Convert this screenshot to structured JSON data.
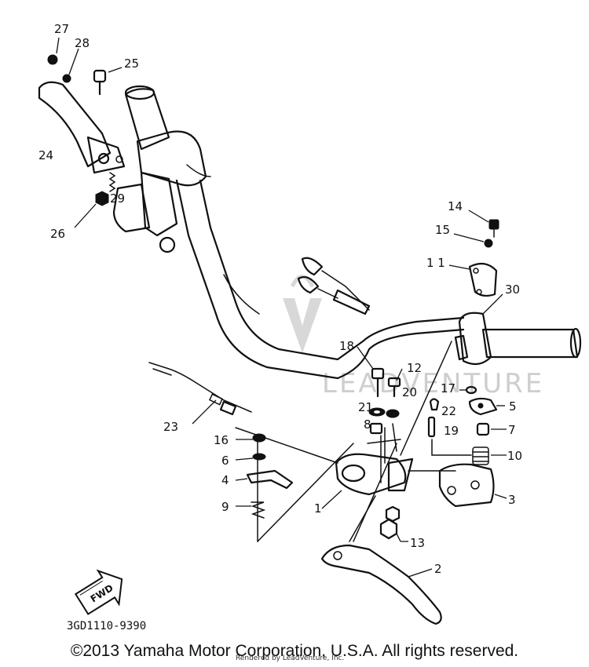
{
  "callouts": {
    "c1": "1",
    "c2": "2",
    "c3": "3",
    "c4": "4",
    "c5": "5",
    "c6": "6",
    "c7": "7",
    "c8": "8",
    "c9": "9",
    "c10": "10",
    "c11": "1 1",
    "c12": "12",
    "c13": "13",
    "c14": "14",
    "c15": "15",
    "c16": "16",
    "c17": "17",
    "c18": "18",
    "c19": "19",
    "c20": "20",
    "c21": "21",
    "c22": "22",
    "c23": "23",
    "c24": "24",
    "c25": "25",
    "c26": "26",
    "c27": "27",
    "c28": "28",
    "c29": "29",
    "c30": "30"
  },
  "fwd_label": "FWD",
  "doc_code": "3GD1110-9390",
  "watermark": "LEADVENTURE",
  "copyright": "©2013 Yamaha Motor Corporation, U.S.A. All rights reserved.",
  "rendered_by": "Rendered by LeadVenture, Inc."
}
